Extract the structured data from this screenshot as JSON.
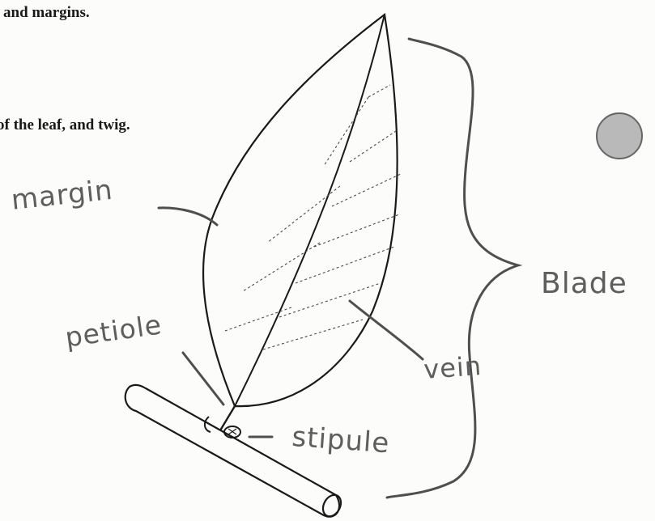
{
  "printed_text": {
    "line1": "and margins.",
    "line2": "of the leaf, and twig."
  },
  "labels": {
    "margin": "margin",
    "petiole": "petiole",
    "vein": "vein",
    "stipule": "stipule",
    "blade": "Blade"
  },
  "colors": {
    "ink": "#1a1a1a",
    "pencil": "#5e5e5e",
    "dot": "#b9b9b9",
    "dot_outline": "#666666"
  }
}
